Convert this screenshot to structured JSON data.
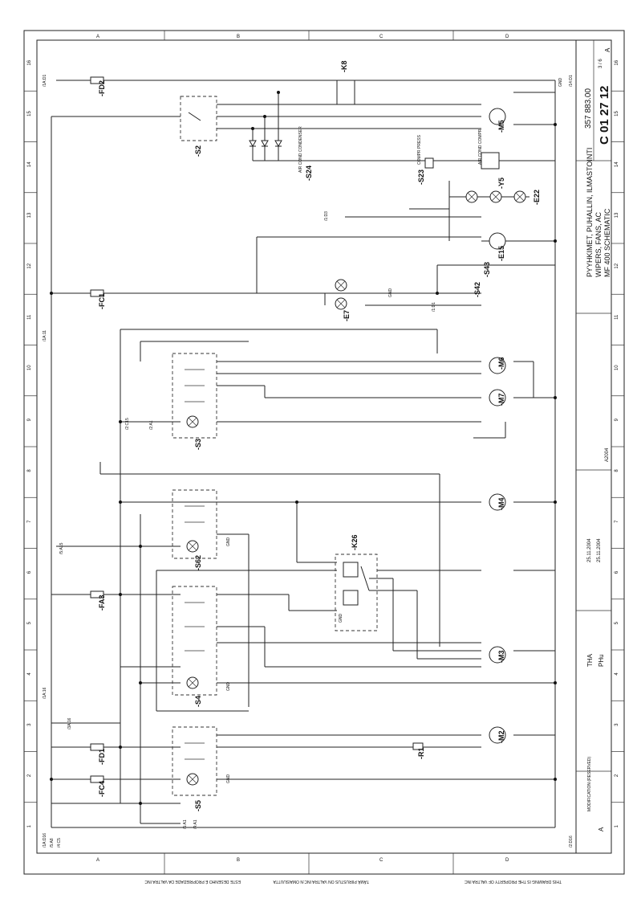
{
  "frame": {
    "columns": [
      "A",
      "B",
      "C",
      "D"
    ],
    "rows": [
      "16",
      "15",
      "14",
      "13",
      "12",
      "11",
      "10",
      "9",
      "8",
      "7",
      "6",
      "5",
      "4",
      "3",
      "2",
      "1"
    ]
  },
  "title_block": {
    "title_lines": [
      "PYYHKIMET, PUHALLIN, ILMASTOINTI",
      "WIPERS, FANS, AC",
      "MF 400 SCHEMATIC"
    ],
    "drawing_number": "C 01 27 12",
    "part_number": "357 883.00",
    "sheet": "3 / 6",
    "revision": "A",
    "drawn_by": "THA",
    "checked_by": "PHu",
    "date_drawn": "25.11.2004",
    "date_checked": "25.11.2004",
    "modification": "MODIFICATION (RESERVED)",
    "mod_code": "A",
    "project_code": "A2004"
  },
  "footer": {
    "notice_en": "THIS DRAWING IS THE PROPERTY OF VALTRA INC",
    "notice_fi": "TÄMÄ PIIRUSTUS ON VALTRA INC:N OMAISUUTTA",
    "notice_pt": "ESTE DESENHO É PROPRIEDADE DA VALTRA INC"
  },
  "components": {
    "K8": "-K8",
    "M5": "-M5",
    "S2": "-S2",
    "S24": "-S24",
    "S23": "-S23",
    "Y5": "-Y5",
    "E22": "-E22",
    "E15": "-E15",
    "FD2": "-FD2",
    "FC1": "-FC1",
    "E7": "-E7",
    "S42": "-S42",
    "S43": "-S43",
    "M6": "-M6",
    "M7": "-M7",
    "S3": "-S3",
    "M4": "-M4",
    "K26": "-K26",
    "S62": "-S62",
    "FA3": "-FA3",
    "M3": "-M3",
    "S4": "-S4",
    "FD1": "-FD1",
    "M2": "-M2",
    "FC4": "-FC4",
    "S5": "-S5",
    "R1": "-R1"
  },
  "labels": {
    "ac_condenser": "AIR COND CONDENSER",
    "compr_press": "COMPR PRESS",
    "air_cond_compr": "AIR COND COMPR",
    "refs": [
      "/1A:D1",
      "/14:D1",
      "/1A:11",
      "/2:C15",
      "/2:A1",
      "/5:A15",
      "/1A:16",
      "/3A:16",
      "/1A:D16",
      "/5:A8",
      "/4:C5",
      "/4:A1",
      "/5:A1",
      "/1:D3",
      "/1:D1",
      "/2:D16"
    ],
    "gnd": "GND"
  }
}
